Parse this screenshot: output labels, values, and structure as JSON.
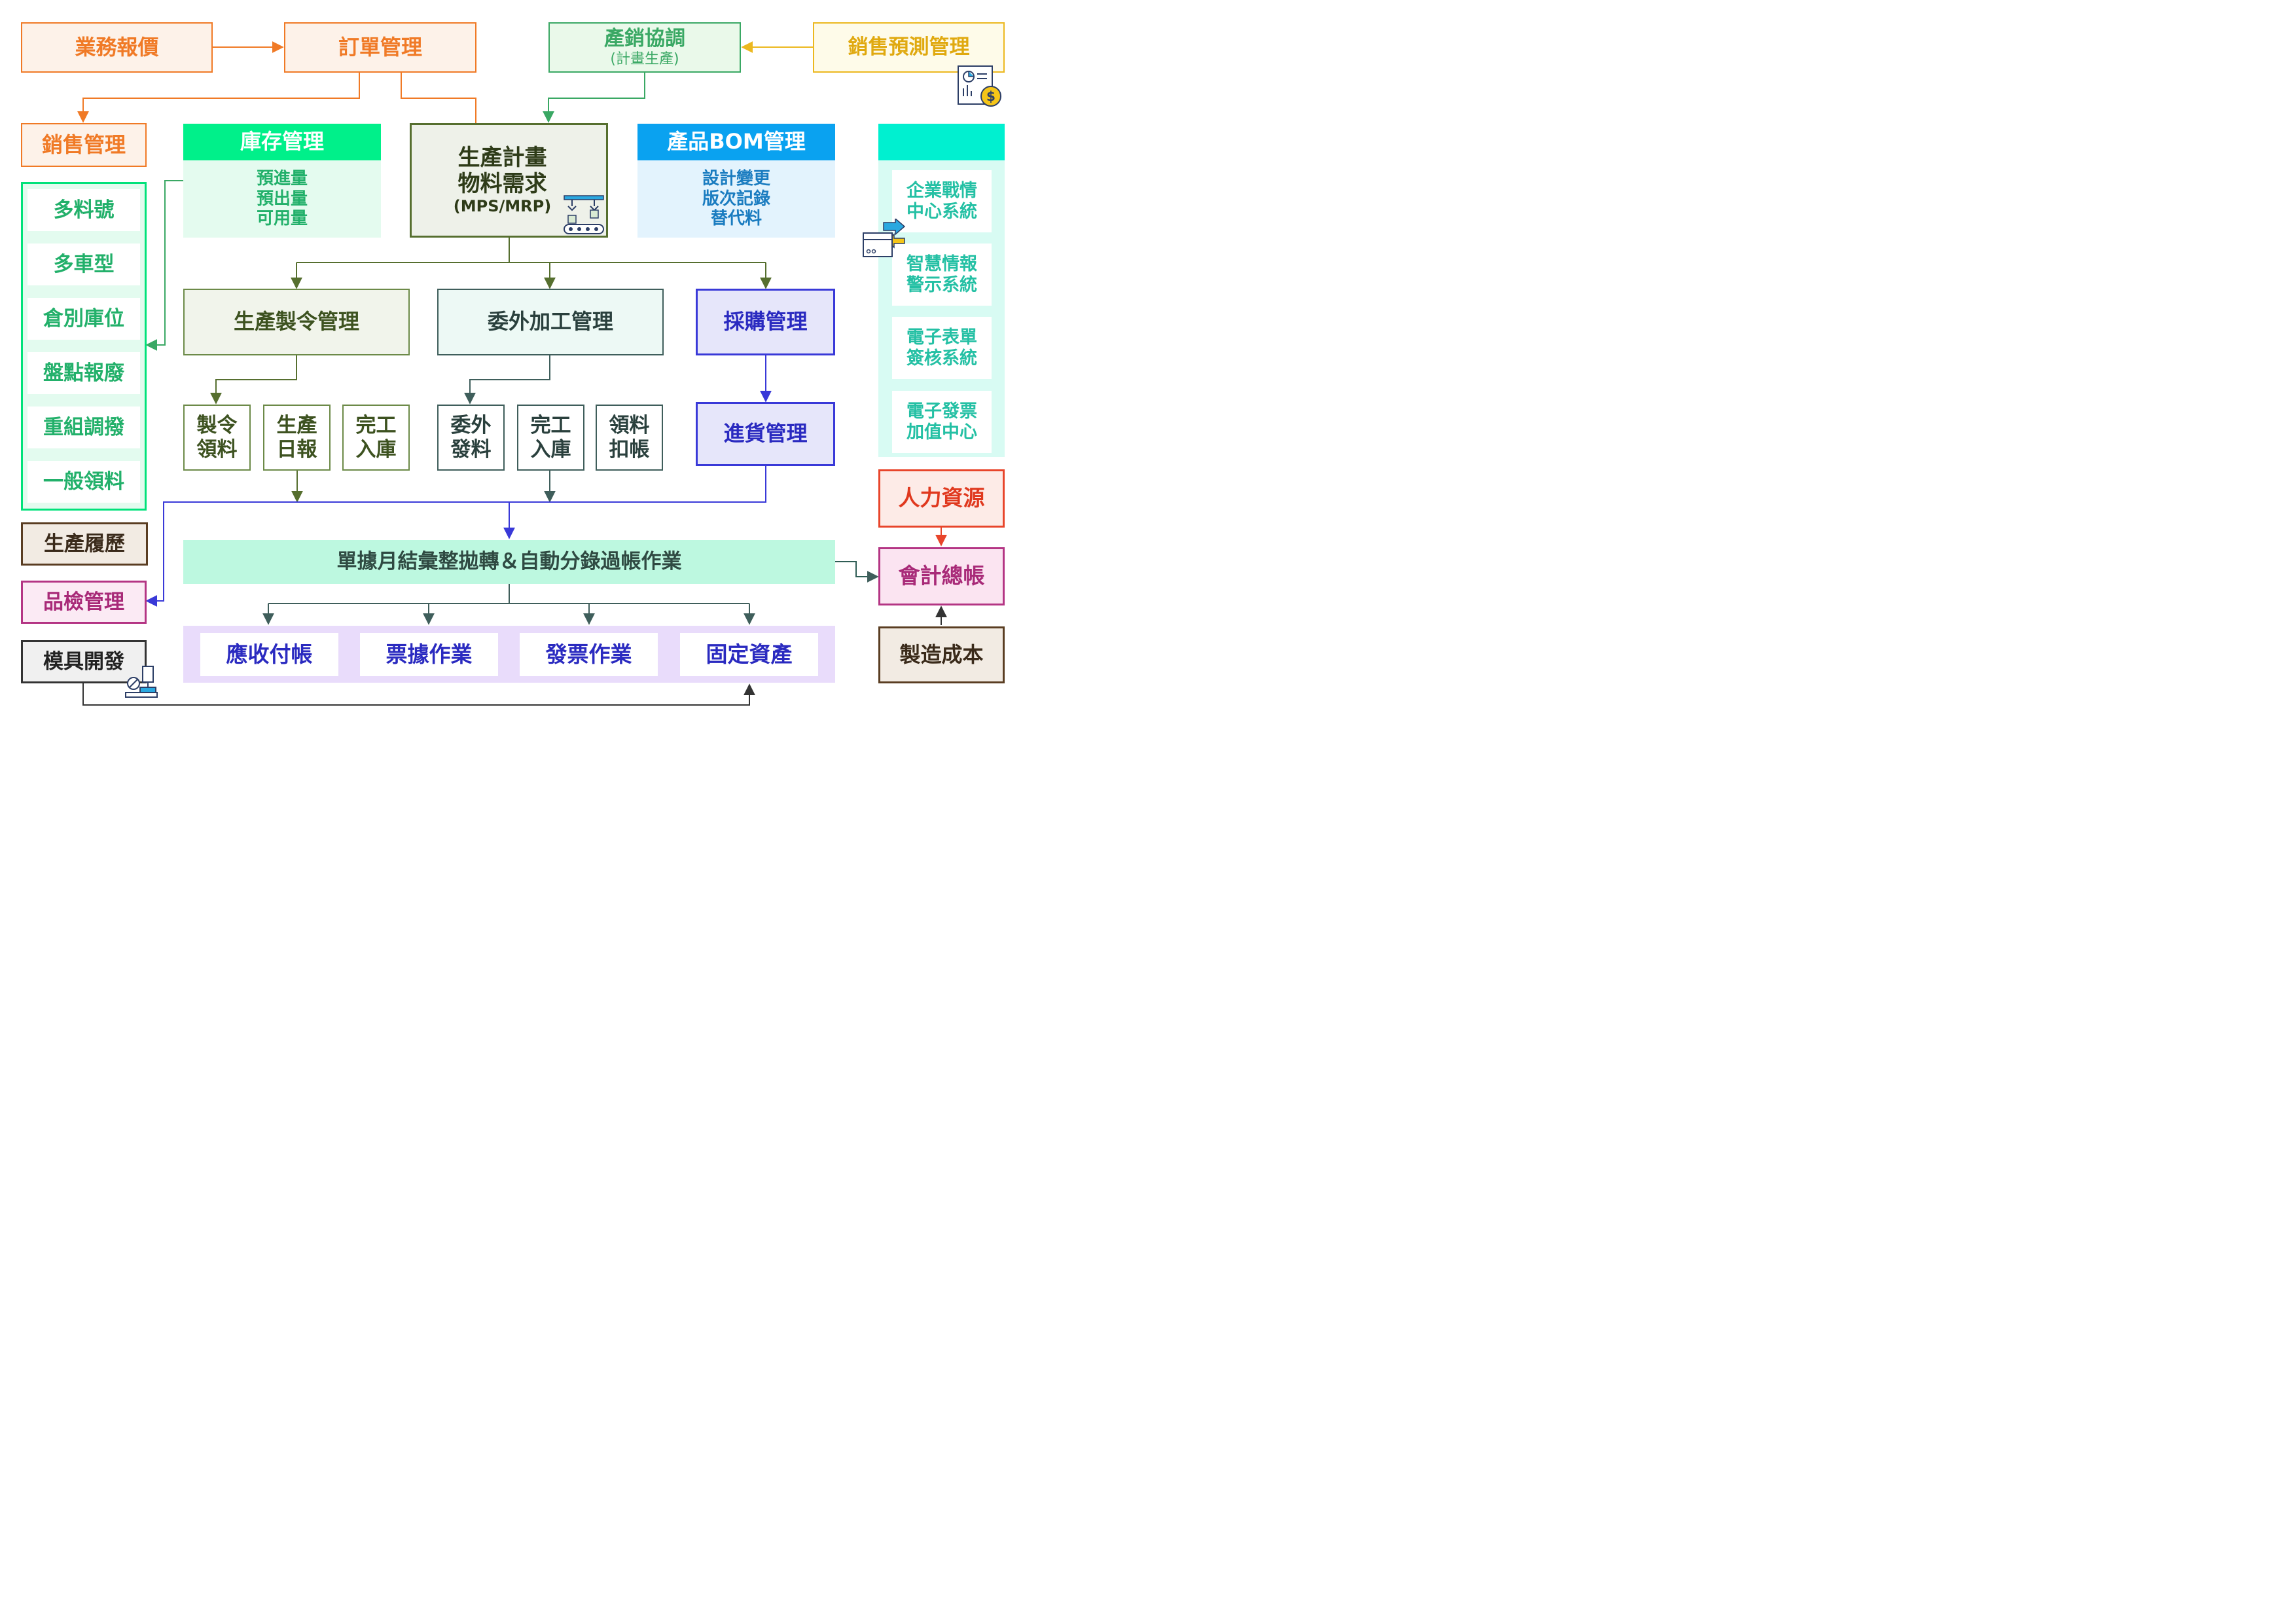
{
  "colors": {
    "orange": "#f07a26",
    "green": "#3aa864",
    "yellow": "#ecb81f",
    "mint": "#00e2a4",
    "teal": "#34caa6",
    "olive": "#566f2f",
    "darkteal": "#3f5e5b",
    "blue": "#3939d8",
    "red": "#e8452b",
    "magenta": "#b43584",
    "brown": "#5a3d22",
    "lavender": "#e9dcfb"
  },
  "top": {
    "quote": "業務報價",
    "order": "訂單管理",
    "prod_sales": "產銷協調",
    "prod_sales_sub": "(計畫生產)",
    "forecast": "銷售預測管理"
  },
  "left": {
    "sales_mgmt": "銷售管理",
    "items": [
      "多料號",
      "多車型",
      "倉別庫位",
      "盤點報廢",
      "重組調撥",
      "一般領料"
    ],
    "history": "生產履歷",
    "qc": "品檢管理",
    "mold": "模具開發"
  },
  "inventory": {
    "title": "庫存管理",
    "lines": [
      "預進量",
      "預出量",
      "可用量"
    ]
  },
  "plan": {
    "line1": "生產計畫",
    "line2": "物料需求",
    "line3": "(MPS/MRP)"
  },
  "bom": {
    "title": "產品BOM管理",
    "lines": [
      "設計變更",
      "版次記錄",
      "替代料"
    ]
  },
  "mid": {
    "mfg_order": "生產製令管理",
    "outsource": "委外加工管理",
    "purchase": "採購管理",
    "receiving": "進貨管理"
  },
  "sub": {
    "mfg": [
      "製令\n領料",
      "生產\n日報",
      "完工\n入庫"
    ],
    "out": [
      "委外\n發料",
      "完工\n入庫",
      "領料\n扣帳"
    ]
  },
  "monthly": "單據月結彙整拋轉＆自動分錄過帳作業",
  "bottom": [
    "應收付帳",
    "票據作業",
    "發票作業",
    "固定資產"
  ],
  "right": {
    "systems": [
      "企業戰情\n中心系統",
      "智慧情報\n警示系統",
      "電子表單\n簽核系統",
      "電子發票\n加值中心"
    ],
    "hr": "人力資源",
    "ledger": "會計總帳",
    "cost": "製造成本"
  },
  "icons": [
    "report-dollar-icon",
    "robot-conveyor-icon",
    "data-exchange-icon",
    "machine-tool-icon"
  ]
}
